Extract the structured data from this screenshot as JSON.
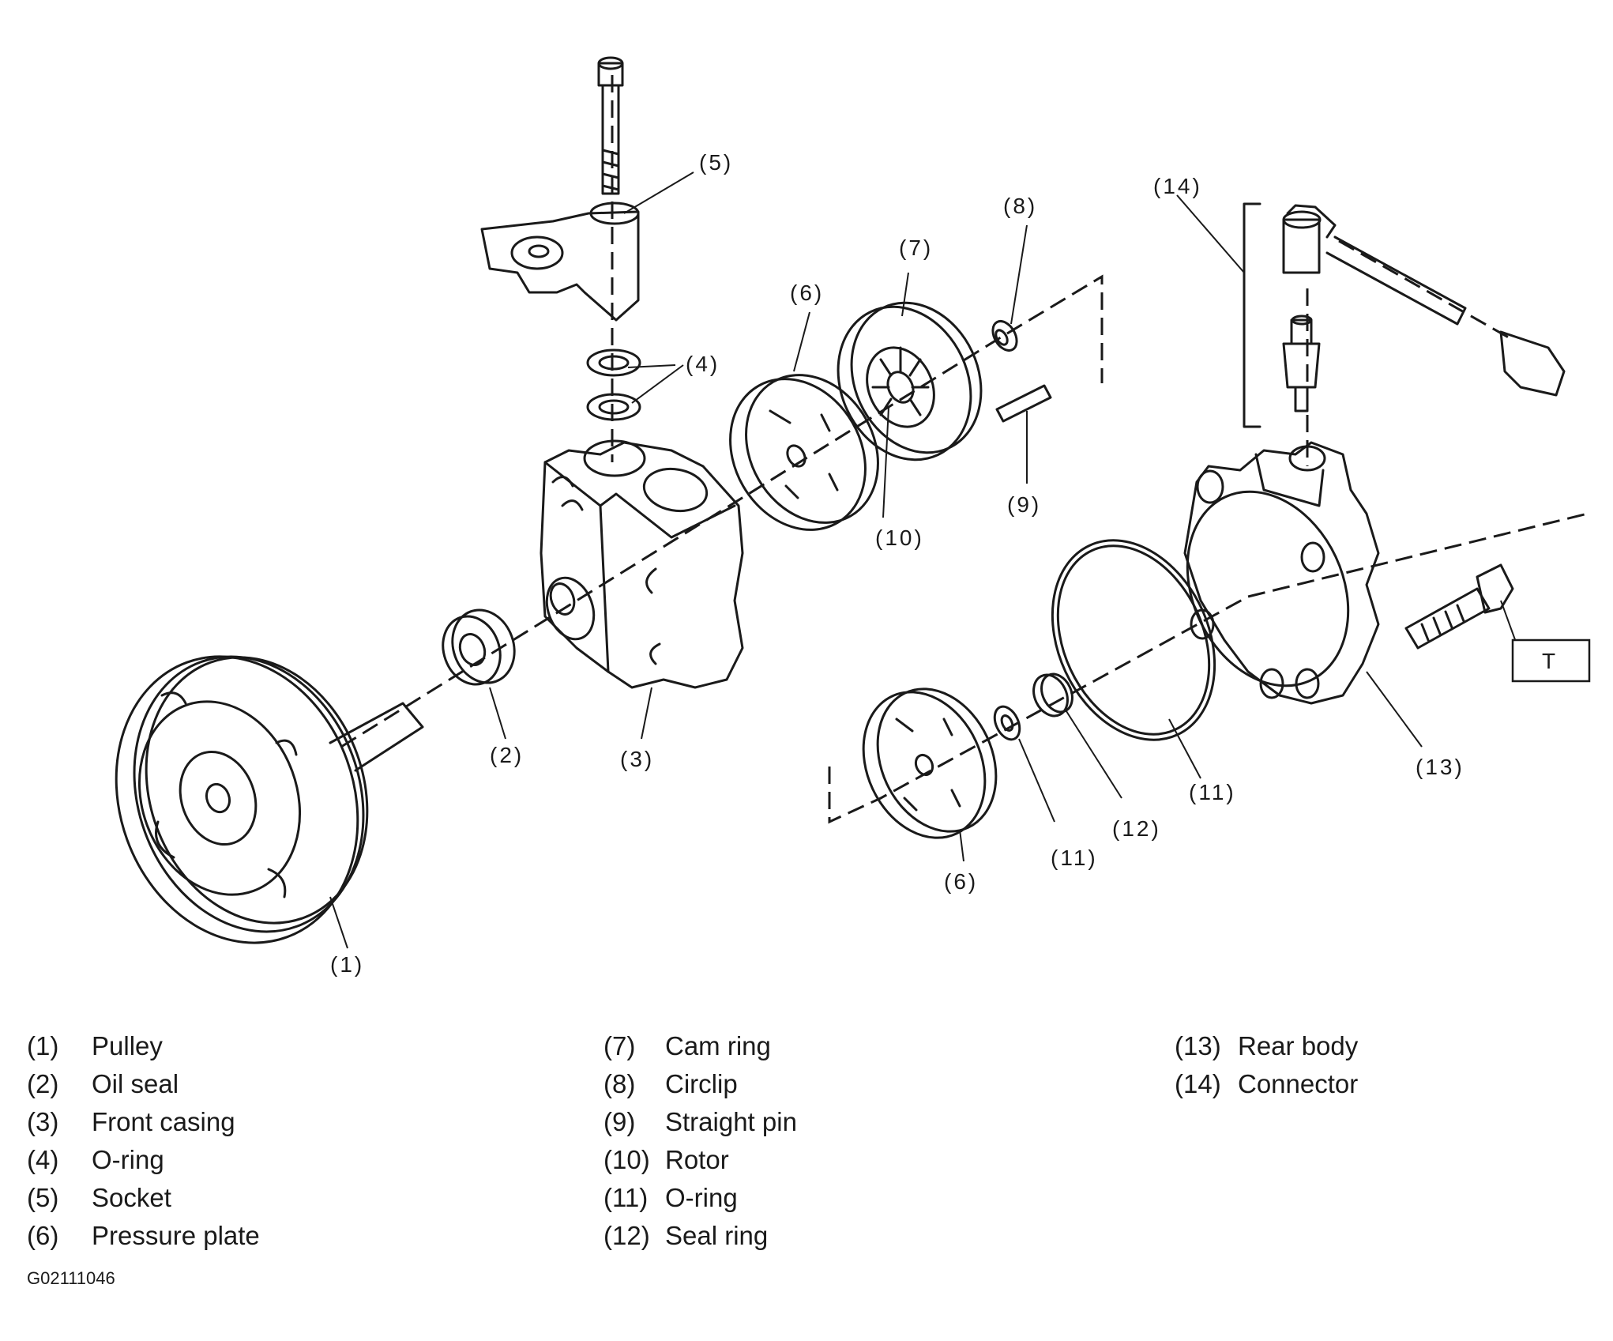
{
  "callouts": {
    "c1": "(1)",
    "c2": "(2)",
    "c3": "(3)",
    "c4": "(4)",
    "c5": "(5)",
    "c6a": "(6)",
    "c6b": "(6)",
    "c7": "(7)",
    "c8": "(8)",
    "c9": "(9)",
    "c10": "(10)",
    "c11a": "(11)",
    "c11b": "(11)",
    "c12": "(12)",
    "c13": "(13)",
    "c14": "(14)",
    "torque": "T"
  },
  "legend": [
    [
      {
        "num": "(1)",
        "label": "Pulley"
      },
      {
        "num": "(2)",
        "label": "Oil seal"
      },
      {
        "num": "(3)",
        "label": "Front casing"
      },
      {
        "num": "(4)",
        "label": "O-ring"
      },
      {
        "num": "(5)",
        "label": "Socket"
      },
      {
        "num": "(6)",
        "label": "Pressure plate"
      }
    ],
    [
      {
        "num": "(7)",
        "label": "Cam ring"
      },
      {
        "num": "(8)",
        "label": "Circlip"
      },
      {
        "num": "(9)",
        "label": "Straight pin"
      },
      {
        "num": "(10)",
        "label": "Rotor"
      },
      {
        "num": "(11)",
        "label": "O-ring"
      },
      {
        "num": "(12)",
        "label": "Seal ring"
      }
    ],
    [
      {
        "num": "(13)",
        "label": "Rear body"
      },
      {
        "num": "(14)",
        "label": "Connector"
      }
    ]
  ],
  "figure_code": "G02111046"
}
